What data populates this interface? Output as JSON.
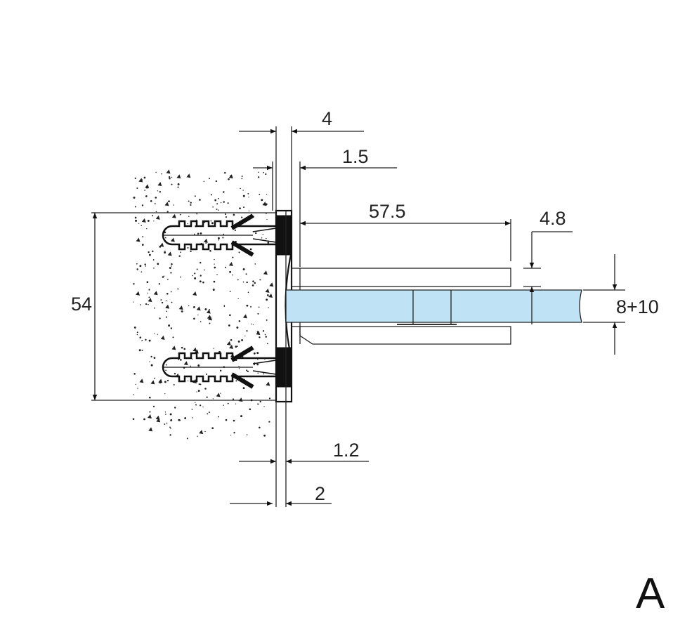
{
  "drawing": {
    "view_label": "A",
    "dimensions": {
      "plate_thickness": "4",
      "gap": "1.5",
      "clamp_depth": "57.5",
      "arm_thickness": "4.8",
      "glass_thickness": "8+10",
      "plate_height": "54",
      "gasket": "1.2",
      "offset": "2"
    },
    "colors": {
      "glass": "#bfe3f5",
      "line": "#222222"
    }
  }
}
